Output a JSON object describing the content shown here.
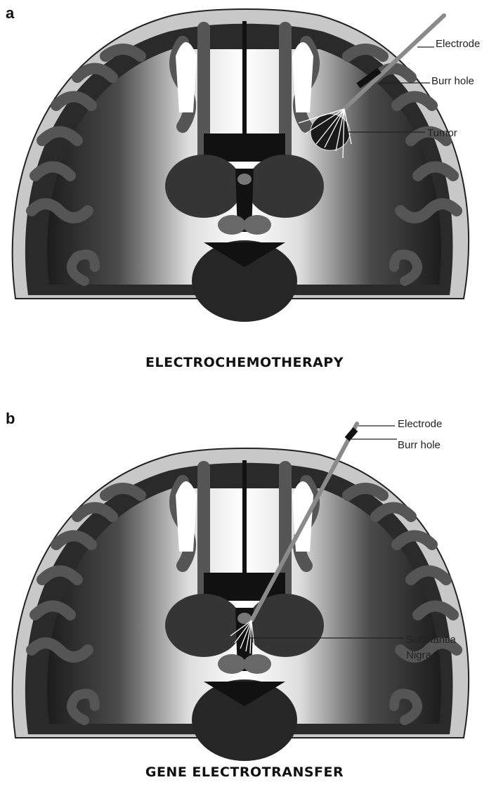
{
  "panel_a": {
    "letter": "a",
    "labels": {
      "electrode": "Electrode",
      "burr_hole": "Burr hole",
      "tumor": "Tumor"
    },
    "caption": "ELECTROCHEMOTHERAPY"
  },
  "panel_b": {
    "letter": "b",
    "labels": {
      "electrode": "Electrode",
      "burr_hole": "Burr hole",
      "target_line1": "Substantia",
      "target_line2": "Nigra"
    },
    "caption": "GENE ELECTROTRANSFER"
  },
  "colors": {
    "skull": "#c8c8c8",
    "cortex_outer": "#2a2a2a",
    "gyri": "#505050",
    "white_matter_light": "#f4f4f4",
    "deep_nuclei": "#353535",
    "ventricle": "#111111",
    "electrode": "#8a8a8a"
  }
}
